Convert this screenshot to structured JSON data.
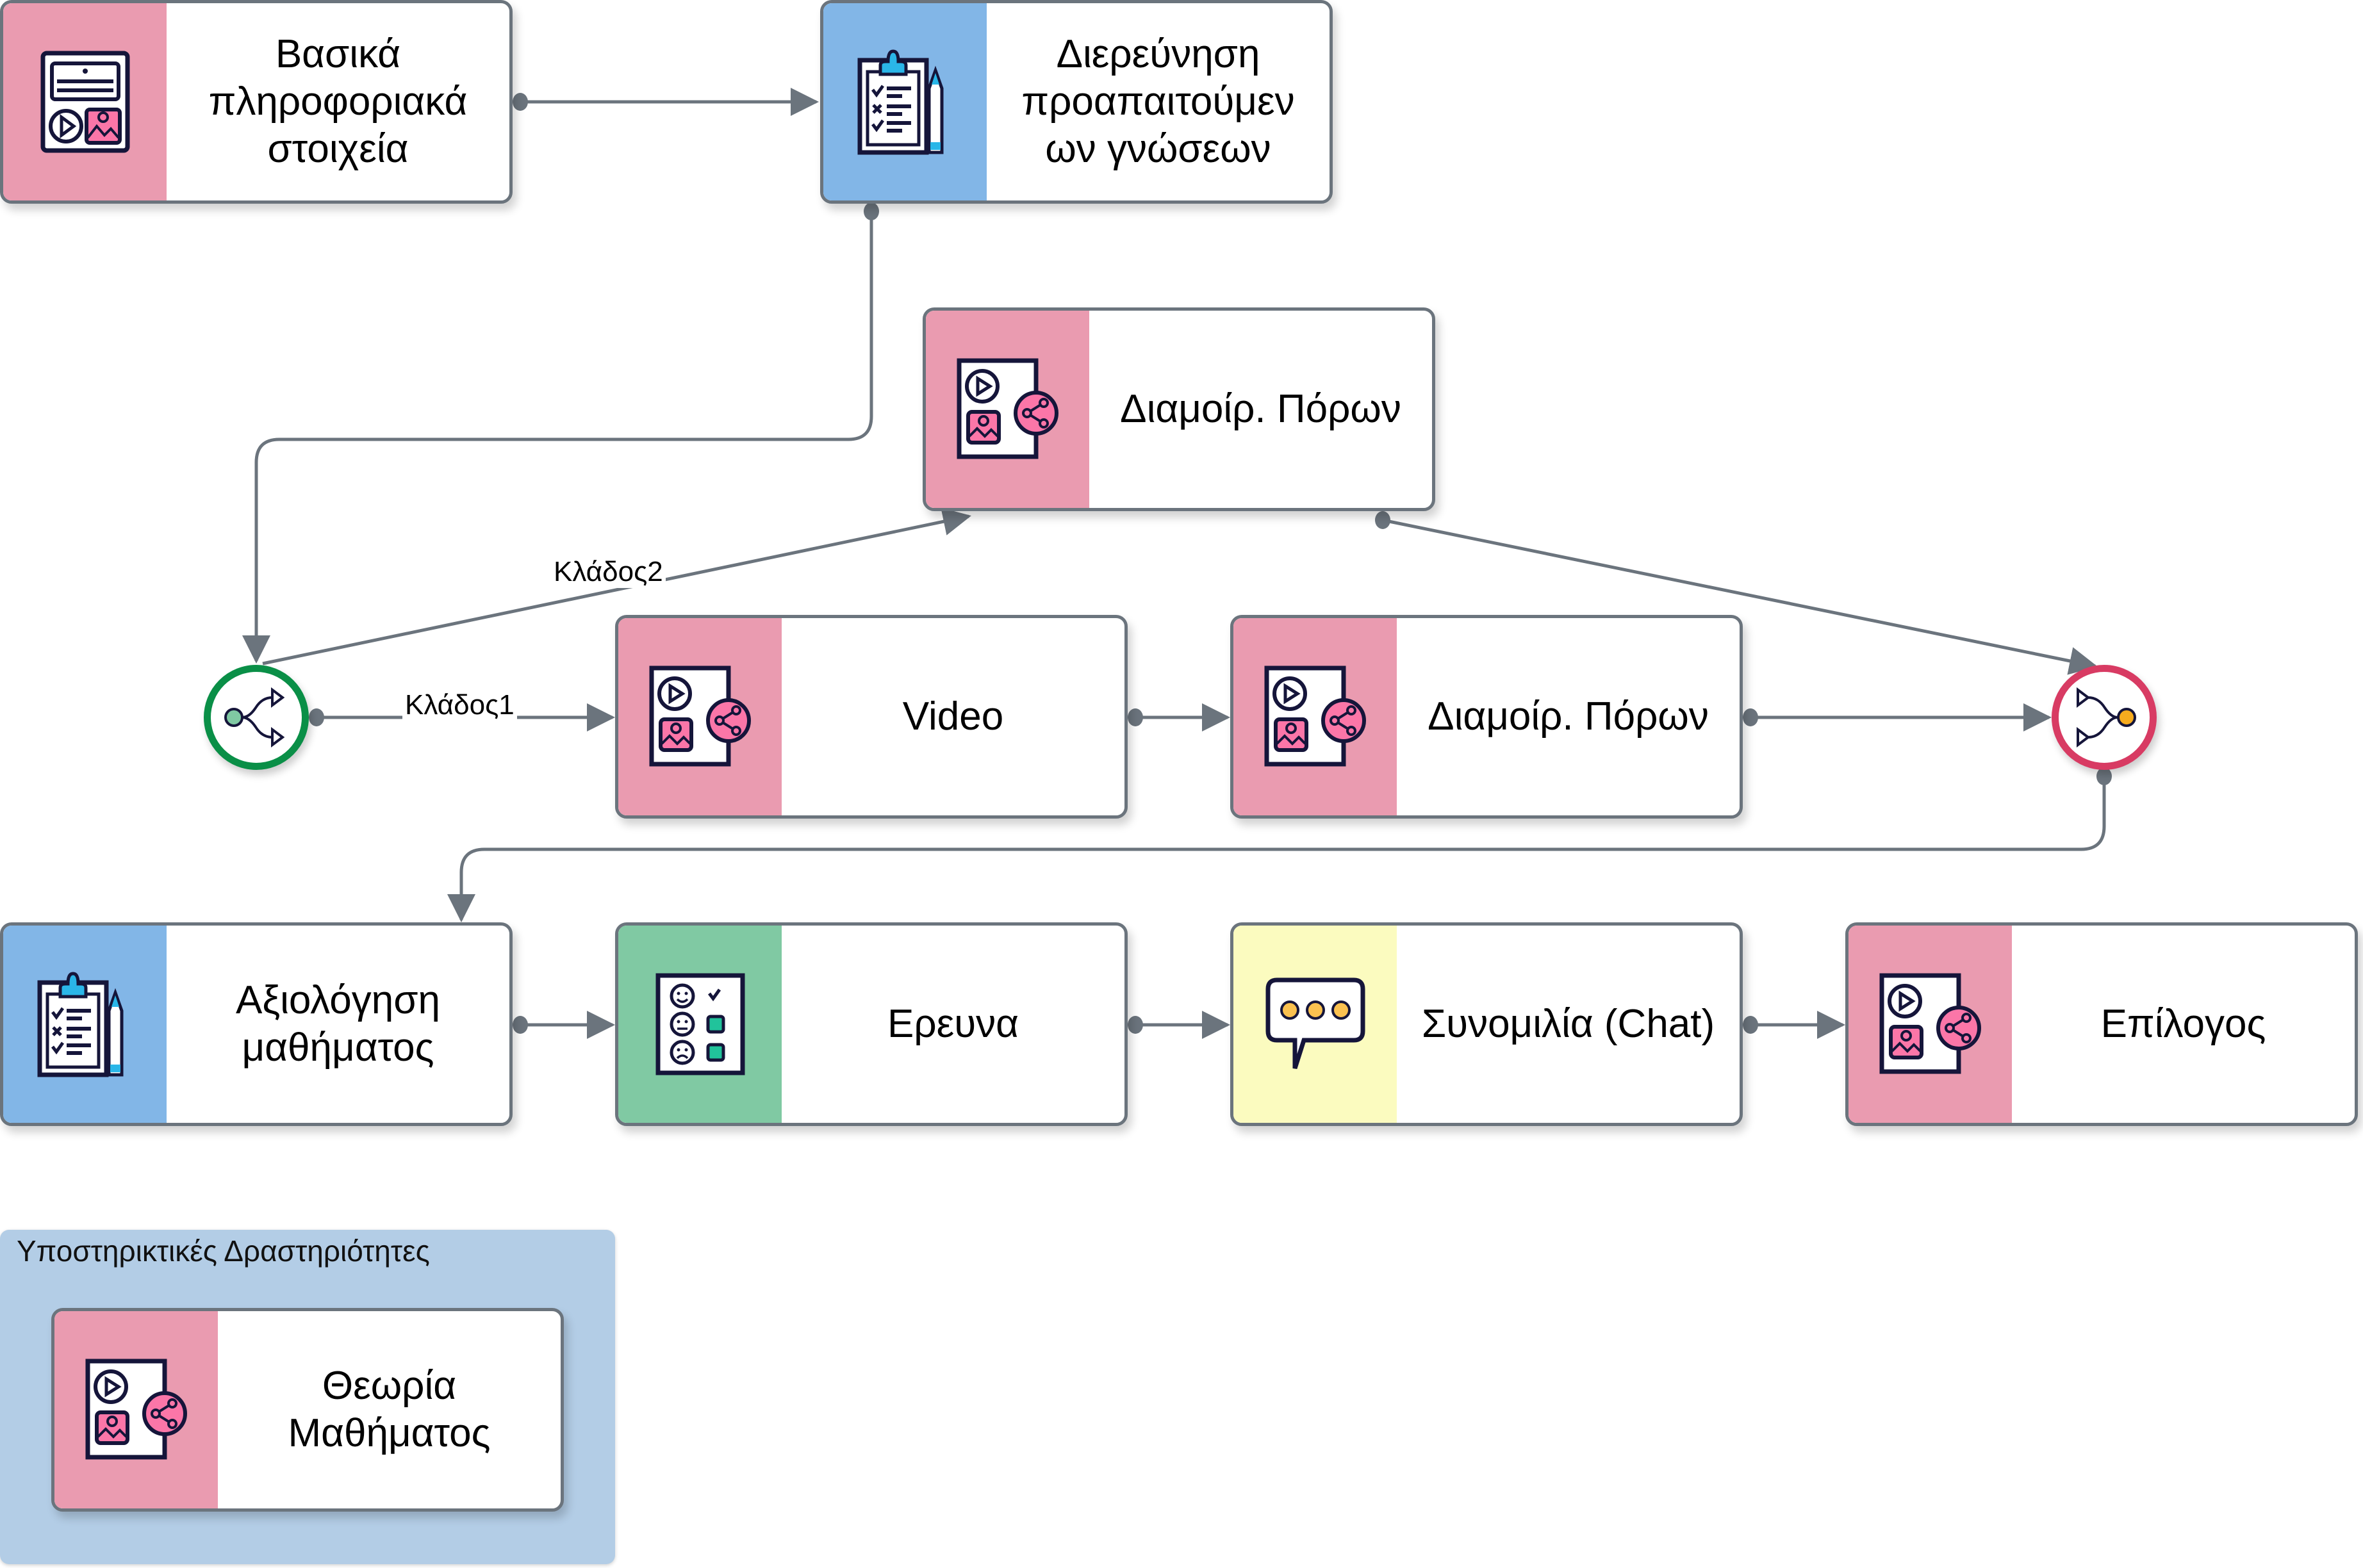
{
  "diagram": {
    "colors": {
      "resource_band": "#ea9bb0",
      "assessment_band": "#82b6e7",
      "survey_band": "#80c9a3",
      "chat_band": "#fbfbbf",
      "split_gate": "#0a8f47",
      "merge_gate": "#d83b63",
      "edge": "#6b747d",
      "group_bg": "#b3cde6"
    },
    "nodes": [
      {
        "id": "basic-info",
        "label": "Βασικά πληροφοριακά στοιχεία",
        "icon": "info-page-icon",
        "band": "resource_band"
      },
      {
        "id": "prereq",
        "label": "Διερεύνηση προαπαιτούμεν ων γνώσεων",
        "icon": "clipboard-checklist-icon",
        "band": "assessment_band"
      },
      {
        "id": "share-top",
        "label": "Διαμοίρ. Πόρων",
        "icon": "resource-share-icon",
        "band": "resource_band"
      },
      {
        "id": "video",
        "label": "Video",
        "icon": "resource-share-icon",
        "band": "resource_band"
      },
      {
        "id": "share-mid",
        "label": "Διαμοίρ. Πόρων",
        "icon": "resource-share-icon",
        "band": "resource_band"
      },
      {
        "id": "evaluation",
        "label": "Αξιολόγηση μαθήματος",
        "icon": "clipboard-checklist-icon",
        "band": "assessment_band"
      },
      {
        "id": "survey",
        "label": "Ερευνα",
        "icon": "survey-faces-icon",
        "band": "survey_band"
      },
      {
        "id": "chat",
        "label": "Συνομιλία (Chat)",
        "icon": "chat-bubble-icon",
        "band": "chat_band"
      },
      {
        "id": "epilogue",
        "label": "Επίλογος",
        "icon": "resource-share-icon",
        "band": "resource_band"
      }
    ],
    "gates": [
      {
        "id": "split",
        "type": "branch-split",
        "icon": "branch-split-icon"
      },
      {
        "id": "merge",
        "type": "branch-merge",
        "icon": "branch-merge-icon"
      }
    ],
    "edges": [
      {
        "from": "basic-info",
        "to": "prereq",
        "label": ""
      },
      {
        "from": "prereq",
        "to": "split",
        "label": ""
      },
      {
        "from": "split",
        "to": "share-top",
        "label": "Κλάδος2"
      },
      {
        "from": "split",
        "to": "video",
        "label": "Κλάδος1"
      },
      {
        "from": "video",
        "to": "share-mid",
        "label": ""
      },
      {
        "from": "share-top",
        "to": "merge",
        "label": ""
      },
      {
        "from": "share-mid",
        "to": "merge",
        "label": ""
      },
      {
        "from": "merge",
        "to": "evaluation",
        "label": ""
      },
      {
        "from": "evaluation",
        "to": "survey",
        "label": ""
      },
      {
        "from": "survey",
        "to": "chat",
        "label": ""
      },
      {
        "from": "chat",
        "to": "epilogue",
        "label": ""
      }
    ],
    "group": {
      "title": "Υποστηρικτικές Δραστηριότητες",
      "nodes": [
        {
          "id": "theory",
          "label": "Θεωρία Μαθήματος",
          "icon": "resource-share-icon",
          "band": "resource_band"
        }
      ]
    }
  }
}
